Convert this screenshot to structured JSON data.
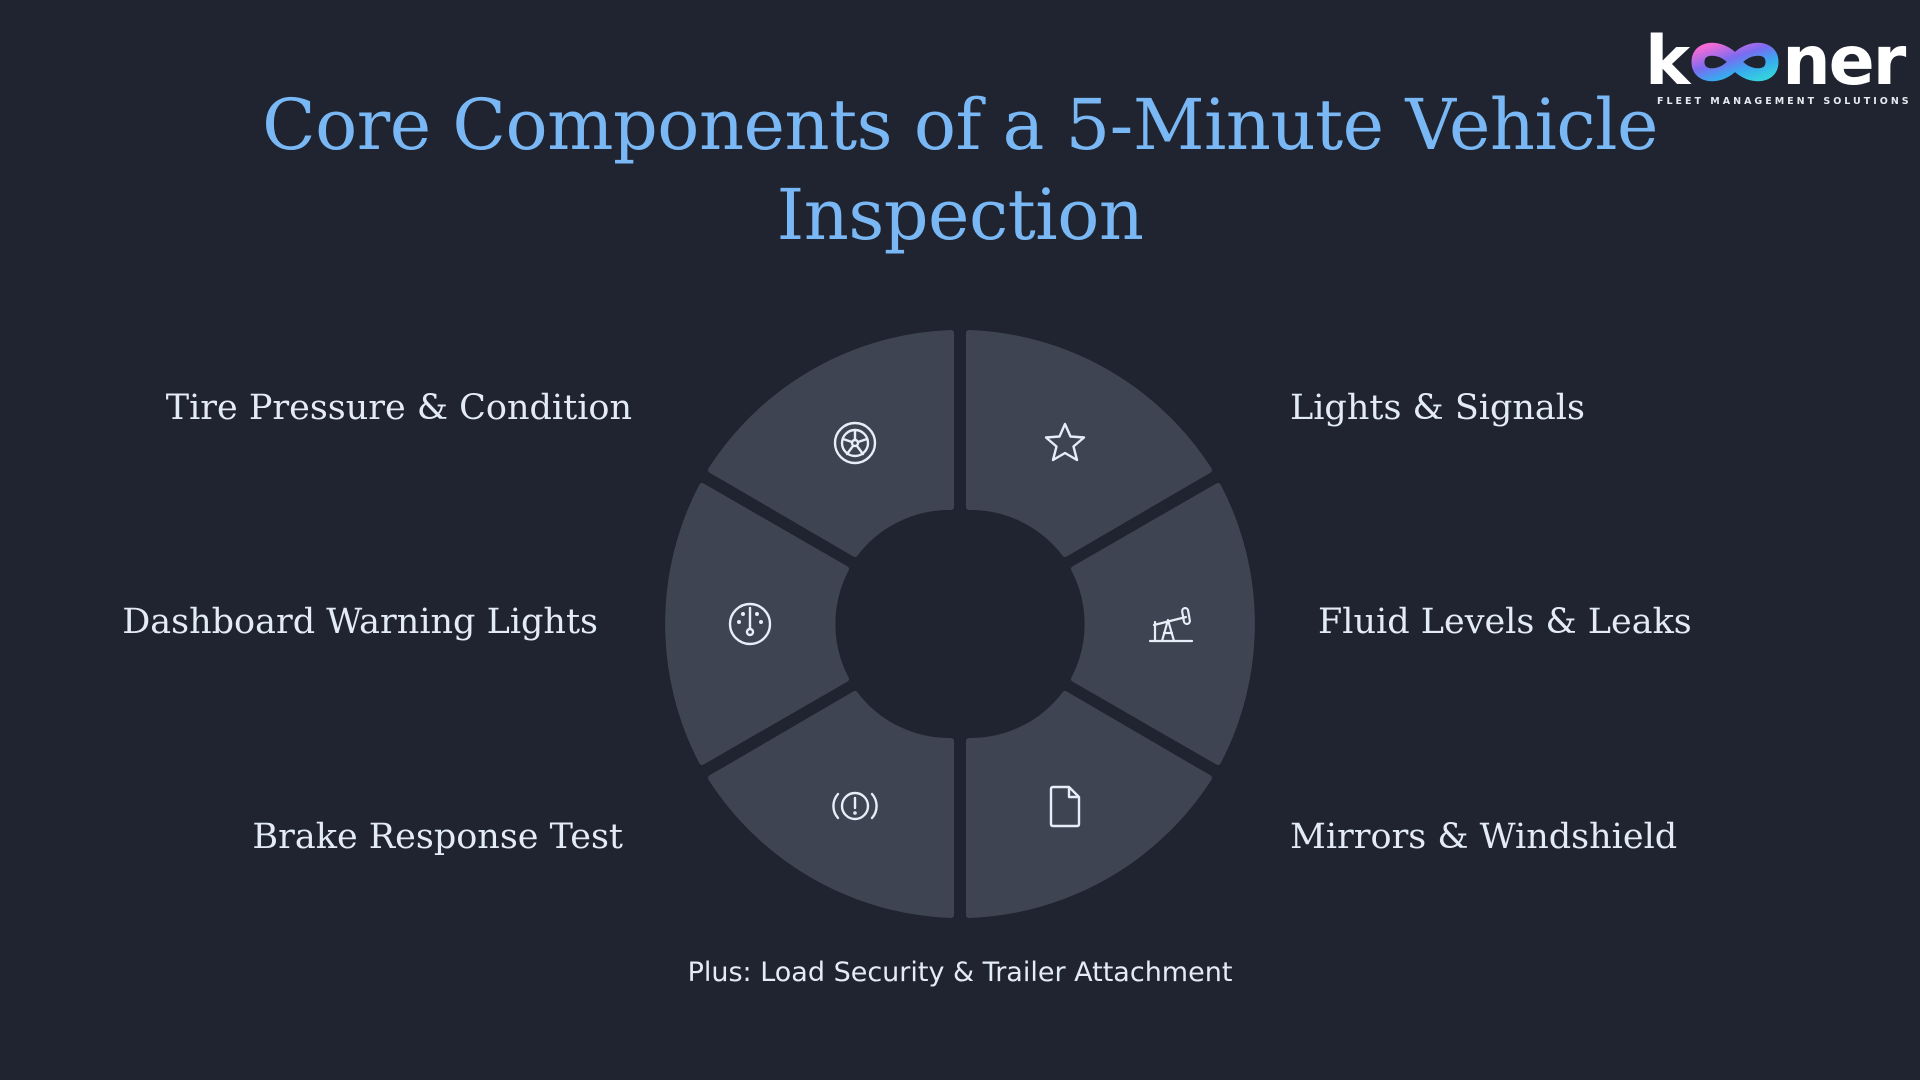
{
  "title": {
    "line1": "Core Components of a 5-Minute Vehicle",
    "line2": "Inspection"
  },
  "logo": {
    "word_left": "k",
    "word_right": "ner",
    "tagline": "FLEET MANAGEMENT SOLUTIONS",
    "gradient": [
      "#f26bd6",
      "#7a6cf0",
      "#3aa8f0",
      "#35d0e0"
    ]
  },
  "colors": {
    "background": "#1f2430",
    "segment": "#3e4452",
    "title": "#7ab8f5",
    "text": "#e3ebf5",
    "icon_stroke": "#e6eef8"
  },
  "components": [
    {
      "label": "Tire Pressure & Condition",
      "icon": "tire-icon",
      "position": "top-left"
    },
    {
      "label": "Lights & Signals",
      "icon": "star-icon",
      "position": "top-right"
    },
    {
      "label": "Dashboard Warning Lights",
      "icon": "gauge-icon",
      "position": "left"
    },
    {
      "label": "Fluid Levels & Leaks",
      "icon": "oil-pump-icon",
      "position": "right"
    },
    {
      "label": "Brake Response Test",
      "icon": "brake-warning-icon",
      "position": "bottom-left"
    },
    {
      "label": "Mirrors & Windshield",
      "icon": "document-icon",
      "position": "bottom-right"
    }
  ],
  "footer": {
    "plus_note": "Plus: Load Security & Trailer Attachment"
  }
}
